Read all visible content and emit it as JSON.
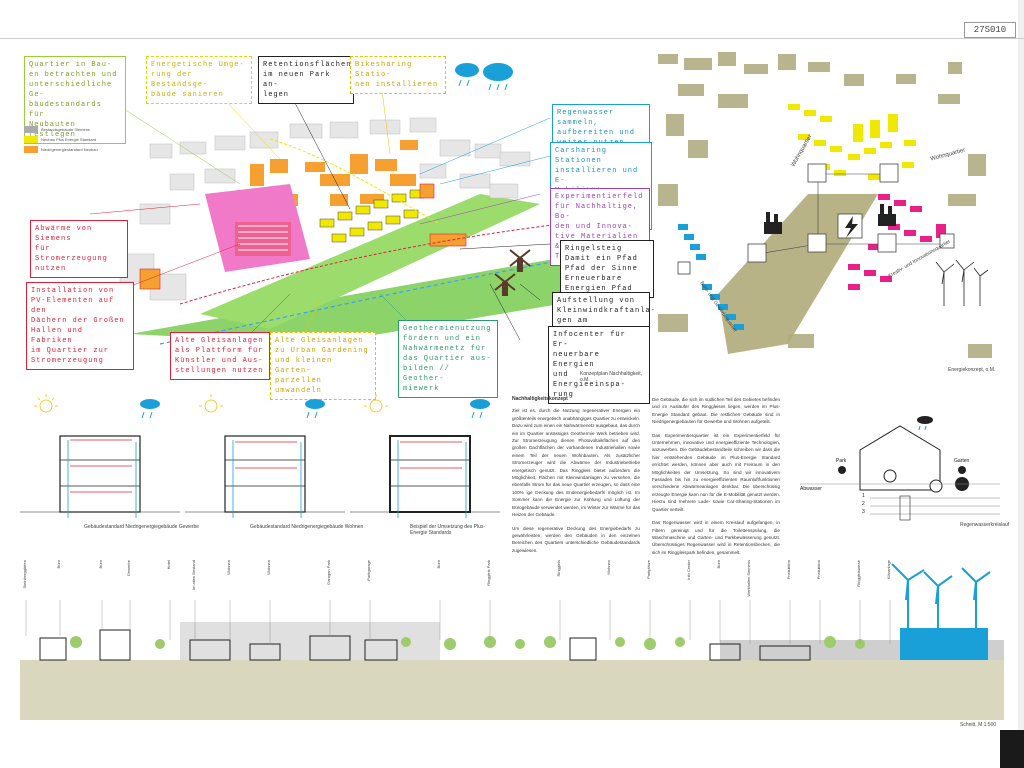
{
  "page": {
    "plan_id": "27S010"
  },
  "top_left": {
    "callouts": [
      {
        "id": "quartier",
        "text": "Quartier in Bau-\nen betrachten und\nunterschiedliche Ge-\nbäudestandards für\nNeubauten festlegen",
        "color": "#9ccc3c"
      },
      {
        "id": "gebaeude",
        "text": "Energetische Umge-\nrung der Bestandsge-\nbäude sanieren",
        "color": "#f0d000"
      },
      {
        "id": "retention",
        "text": "Retentionsflächen\nim neuen Park an-\nlegen",
        "color": "#222222"
      },
      {
        "id": "bikesharing",
        "text": "Bikesharing Statio-\nnen installieren",
        "color": "#f0c000"
      },
      {
        "id": "regenwasser",
        "text": "Regenwasser sammeln,\naufbereiten und\nweiter nutzen",
        "color": "#1aa0d8"
      },
      {
        "id": "carsharing",
        "text": "Carsharing Stationen\ninstallieren und E-\nMobilität Auflade-\nstationen anbieten",
        "color": "#1aa0d8"
      },
      {
        "id": "abwaerme",
        "text": "Abwärme von Siemens\nfür Stromerzeugung\nnutzen",
        "color": "#e0203a"
      },
      {
        "id": "experimentierfeld",
        "text": "Experimentierfeld\nfür Nachhaltige, Bo-\nden und Innova-\ntive Materialien &\nTechnologien",
        "color": "#a040c0"
      },
      {
        "id": "ringelsteig",
        "text": "Ringelsteig\nDamit ein Pfad\nPfad der Sinne\nErneuerbare\nEnergien Pfad",
        "color": "#222222"
      },
      {
        "id": "installation",
        "text": "Installation von\nPV-Elementen auf den\nDächern der Großen\nHallen und Fabriken\nim Quartier zur\nStromerzeugung",
        "color": "#e0203a"
      },
      {
        "id": "aufstellung",
        "text": "Aufstellung von\nKleinwindkraftanla-\ngen am Ringelsteig",
        "color": "#222222"
      },
      {
        "id": "geothermie",
        "text": "Geothermienutzung\nfördern und ein\nNahwärmenetz für\ndas Quartier aus-\nbilden // Geother-\nmiewerk",
        "color": "#2a9c6c"
      },
      {
        "id": "infocenter",
        "text": "Infocenter für Er-\nneuerbare Energien\nund Energieeinspa-\nrung",
        "color": "#222222"
      },
      {
        "id": "gleisanlagen1",
        "text": "Alte Gleisanlagen\nals Plattform für\nKünstler und Aus-\nstellungen nutzen",
        "color": "#e0203a"
      },
      {
        "id": "gleisanlagen2",
        "text": "Alte Gleisanlagen\nzu Urban Gardening\nund kleinen Garten-\nparzellen umwandeln",
        "color": "#f0c000"
      }
    ],
    "legend": [
      {
        "label": "Bestandsgebäude Siemens",
        "color": "#aaaaaa"
      },
      {
        "label": "Neubau Plus Energie Standard",
        "color": "#f0e800"
      },
      {
        "label": "Niedrigenergiestandard Neubau",
        "color": "#f5a030"
      }
    ],
    "caption": "Konzeptplan Nachhaltigkeit, o.M."
  },
  "top_right": {
    "labels": [
      "Wohnquartier",
      "Wohnquartier",
      "Büro- und Gewerbequartier",
      "Kreativ- und Innovationsquartier"
    ],
    "caption": "Energiekonzept, o.M."
  },
  "middle": {
    "section_captions": [
      "Gebäudestandard Niedrigenergiegebäude Gewerbe",
      "Gebäudestandard Niedrigenergiegebäude Wohnen",
      "Beispiel der Umsetzung des Plus-Energie Standards"
    ],
    "text_col1": {
      "heading": "Nachhaltigkeitskonzept",
      "p1": "Ziel ist es, durch die Nutzung regenerativer Energien ein größtenteils energetisch unabhängiges Quartier zu entwickeln. Dazu wird zum einen ein Nahwärmenetz ausgebaut, das durch ein im Quartier ansässiges Geothermie Werk betrieben wird. Zur Stromerzeugung dienen Photovoltaikflächen auf den großen Dachflächen der vorhandenen Industriehallen sowie einem Teil der neuen Wohnbauten. Als zusätzlicher Stromerzeuger wird die Abwärme der Industriebetriebe energetisch genutzt. Das Ringgleis bietet außerdem die Möglichkeit, Flächen mit Kleinwindanlagen zu versehen, die ebenfalls Strom für das neue Quartier erzeugen, so dass eine 100% ige Deckung des Endenergiebedarfs möglich ist. Im Sommer kann die Energie zur Kühlung und Lüftung der Bürogebäude verwendet werden, im Winter zur Wärme für das Heizen der Gebäude.",
      "p2": "Um diese regenerative Deckung des Energiebedarfs zu gewährleisten, werden den Gebäuden in den einzelnen Bereichen des Quartiers unterschiedliche Gebäudestandards zugewiesen."
    },
    "text_col2": {
      "p1": "Die Gebäude, die sich im südlichen Teil des Gebietes befinden und im Ausläufer des Ringgleises liegen, werden im Plus-Energie Standard gebaut. Die restlichen Gebäude sind in Niedrigenergiebauten für Gewerbe und Wohnen aufgeteilt.",
      "p2": "Das Experimentierquartier ist ein Experimentierfeld für Unternehmen, innovative und energieeffiziente Technologien, anzuwerben. Die Gebäudebestandteile schreiben wir dass die hier entstehenden Gebäude im Plus-Energie Standard errichtet werden, können aber auch mit Freiraum in den Möglichkeiten der Umsetzung. So sind wir innovativem Fassaden bis hin zu energieeffizienten Raumluftfunktionen verschiedene Abwärmeanlagen denkbar. Die überschüssig erzeugte Energie kann nun für die E-Mobilität genutzt werden. Hierzu sind mehrere Lade- sowie Car-Sharing-Stationen im Quartier verteilt.",
      "p3": "Das Regenwasser wird in einem Kreislauf aufgefangen, in Filtern gereinigt und für die Toilettenspülung, die Waschmaschine und Garten- und Parkbewässerung genutzt. Überschüssiges Regenwasser wird in Retentionsbecken, die sich im Ringgleispark befinden, gesammelt."
    },
    "rain_diagram": {
      "labels": [
        "Park",
        "Garten",
        "Abwasser",
        "1",
        "2",
        "3"
      ],
      "caption": "Regenwasserkreislauf"
    }
  },
  "bottom": {
    "labels": [
      "Steinberggärten",
      "Büro",
      "Büro",
      "Gewerbe",
      "Hotel",
      "Im alten Bestand",
      "Wohnen",
      "Wohnen",
      "Garagen Park",
      "Parkgarage",
      "Büro",
      "Ringgleis Park",
      "Ringgleis",
      "Wohnen",
      "Parkplätze",
      "Info Center",
      "Büro",
      "Werkhallen Siemens",
      "Produktion",
      "Produktion",
      "Ringgleiswiese",
      "Kläranlage"
    ],
    "caption": "Schnitt, M 1:500"
  }
}
